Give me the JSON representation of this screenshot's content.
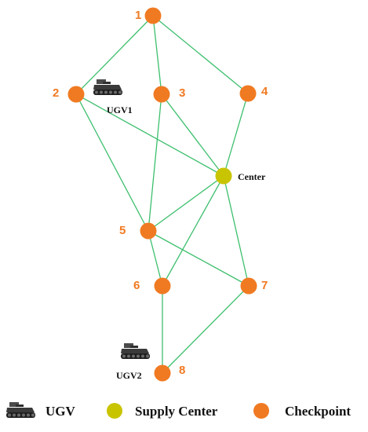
{
  "colors": {
    "edge": "#3dbf6e",
    "checkpoint": "#f07a22",
    "checkpoint_label": "#f07a22",
    "center": "#c9c400",
    "vehicle": "#3a3a3a"
  },
  "nodes": [
    {
      "id": "1",
      "label": "1",
      "kind": "checkpoint"
    },
    {
      "id": "2",
      "label": "2",
      "kind": "checkpoint"
    },
    {
      "id": "3",
      "label": "3",
      "kind": "checkpoint"
    },
    {
      "id": "4",
      "label": "4",
      "kind": "checkpoint"
    },
    {
      "id": "center",
      "label": "Center",
      "kind": "center"
    },
    {
      "id": "5",
      "label": "5",
      "kind": "checkpoint"
    },
    {
      "id": "6",
      "label": "6",
      "kind": "checkpoint"
    },
    {
      "id": "7",
      "label": "7",
      "kind": "checkpoint"
    },
    {
      "id": "8",
      "label": "8",
      "kind": "checkpoint"
    }
  ],
  "edges": [
    [
      "1",
      "2"
    ],
    [
      "1",
      "3"
    ],
    [
      "1",
      "4"
    ],
    [
      "2",
      "center"
    ],
    [
      "2",
      "5"
    ],
    [
      "3",
      "center"
    ],
    [
      "3",
      "5"
    ],
    [
      "4",
      "center"
    ],
    [
      "center",
      "5"
    ],
    [
      "center",
      "6"
    ],
    [
      "center",
      "7"
    ],
    [
      "5",
      "6"
    ],
    [
      "5",
      "7"
    ],
    [
      "6",
      "8"
    ],
    [
      "7",
      "8"
    ]
  ],
  "vehicles": [
    {
      "id": "ugv1",
      "label": "UGV1",
      "at": "2"
    },
    {
      "id": "ugv2",
      "label": "UGV2",
      "at": "8"
    }
  ],
  "legend": [
    {
      "icon": "ugv",
      "label": "UGV"
    },
    {
      "icon": "center",
      "label": "Supply Center"
    },
    {
      "icon": "checkpoint",
      "label": "Checkpoint"
    }
  ]
}
